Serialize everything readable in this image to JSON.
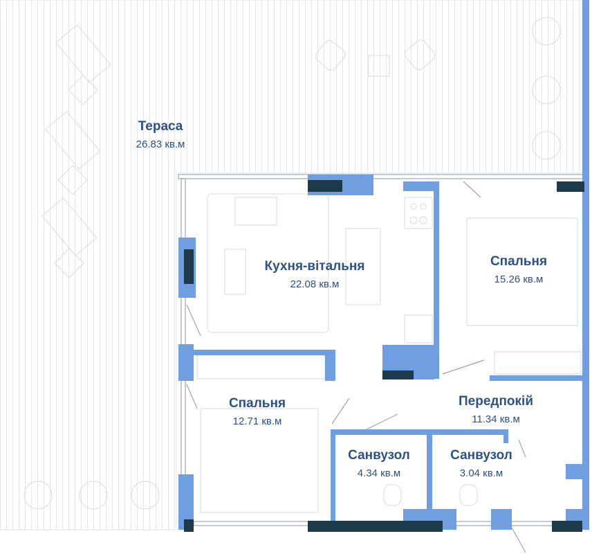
{
  "colors": {
    "wall": "#6f9fe0",
    "wall_dark": "#1c3a4a",
    "text": "#2c5187",
    "terrace_line": "#e3e6ea",
    "furniture": "#d6dbe2"
  },
  "rooms": [
    {
      "name": "Тераса",
      "area": "26.83 кв.м"
    },
    {
      "name": "Кухня-вітальня",
      "area": "22.08 кв.м"
    },
    {
      "name": "Спальня",
      "area": "15.26 кв.м"
    },
    {
      "name": "Спальня",
      "area": "12.71 кв.м"
    },
    {
      "name": "Передпокій",
      "area": "11.34 кв.м"
    },
    {
      "name": "Санвузол",
      "area": "4.34 кв.м"
    },
    {
      "name": "Санвузол",
      "area": "3.04 кв.м"
    }
  ]
}
